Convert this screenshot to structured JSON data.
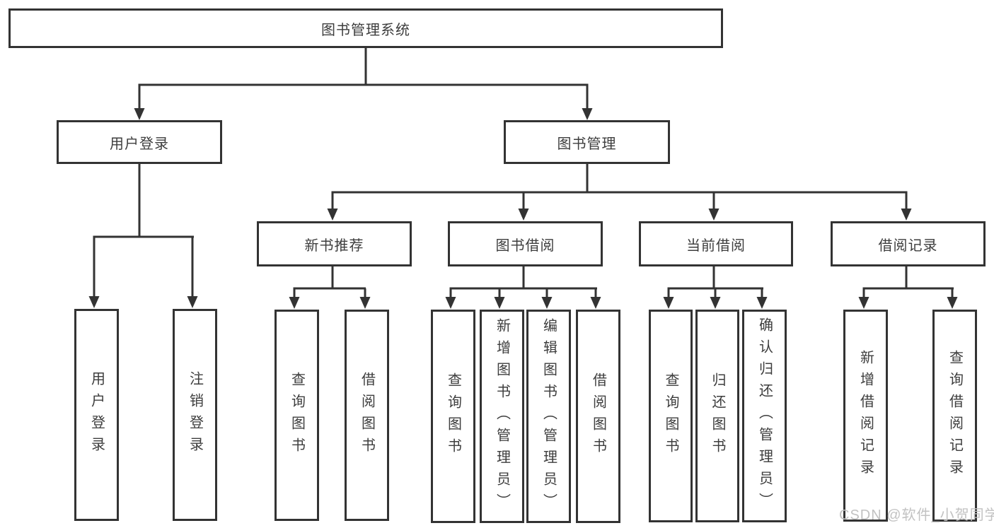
{
  "diagram": {
    "root": {
      "label": "图书管理系统"
    },
    "branches": [
      {
        "label": "用户登录",
        "children": [
          {
            "label": "用户登录"
          },
          {
            "label": "注销登录"
          }
        ]
      },
      {
        "label": "图书管理",
        "children": [
          {
            "label": "新书推荐",
            "children": [
              {
                "label": "查询图书"
              },
              {
                "label": "借阅图书"
              }
            ]
          },
          {
            "label": "图书借阅",
            "children": [
              {
                "label": "查询图书"
              },
              {
                "label": "新增图书（管理员）"
              },
              {
                "label": "编辑图书（管理员）"
              },
              {
                "label": "借阅图书"
              }
            ]
          },
          {
            "label": "当前借阅",
            "children": [
              {
                "label": "查询图书"
              },
              {
                "label": "归还图书"
              },
              {
                "label": "确认归还（管理员）"
              }
            ]
          },
          {
            "label": "借阅记录",
            "children": [
              {
                "label": "新增借阅记录"
              },
              {
                "label": "查询借阅记录"
              }
            ]
          }
        ]
      }
    ]
  },
  "watermark": {
    "text": "CSDN @软件_小贺同学"
  },
  "colors": {
    "line": "#333333",
    "box_border": "#333333",
    "text": "#3d3d3d",
    "background": "#ffffff",
    "watermark": "#c2c2c2"
  }
}
